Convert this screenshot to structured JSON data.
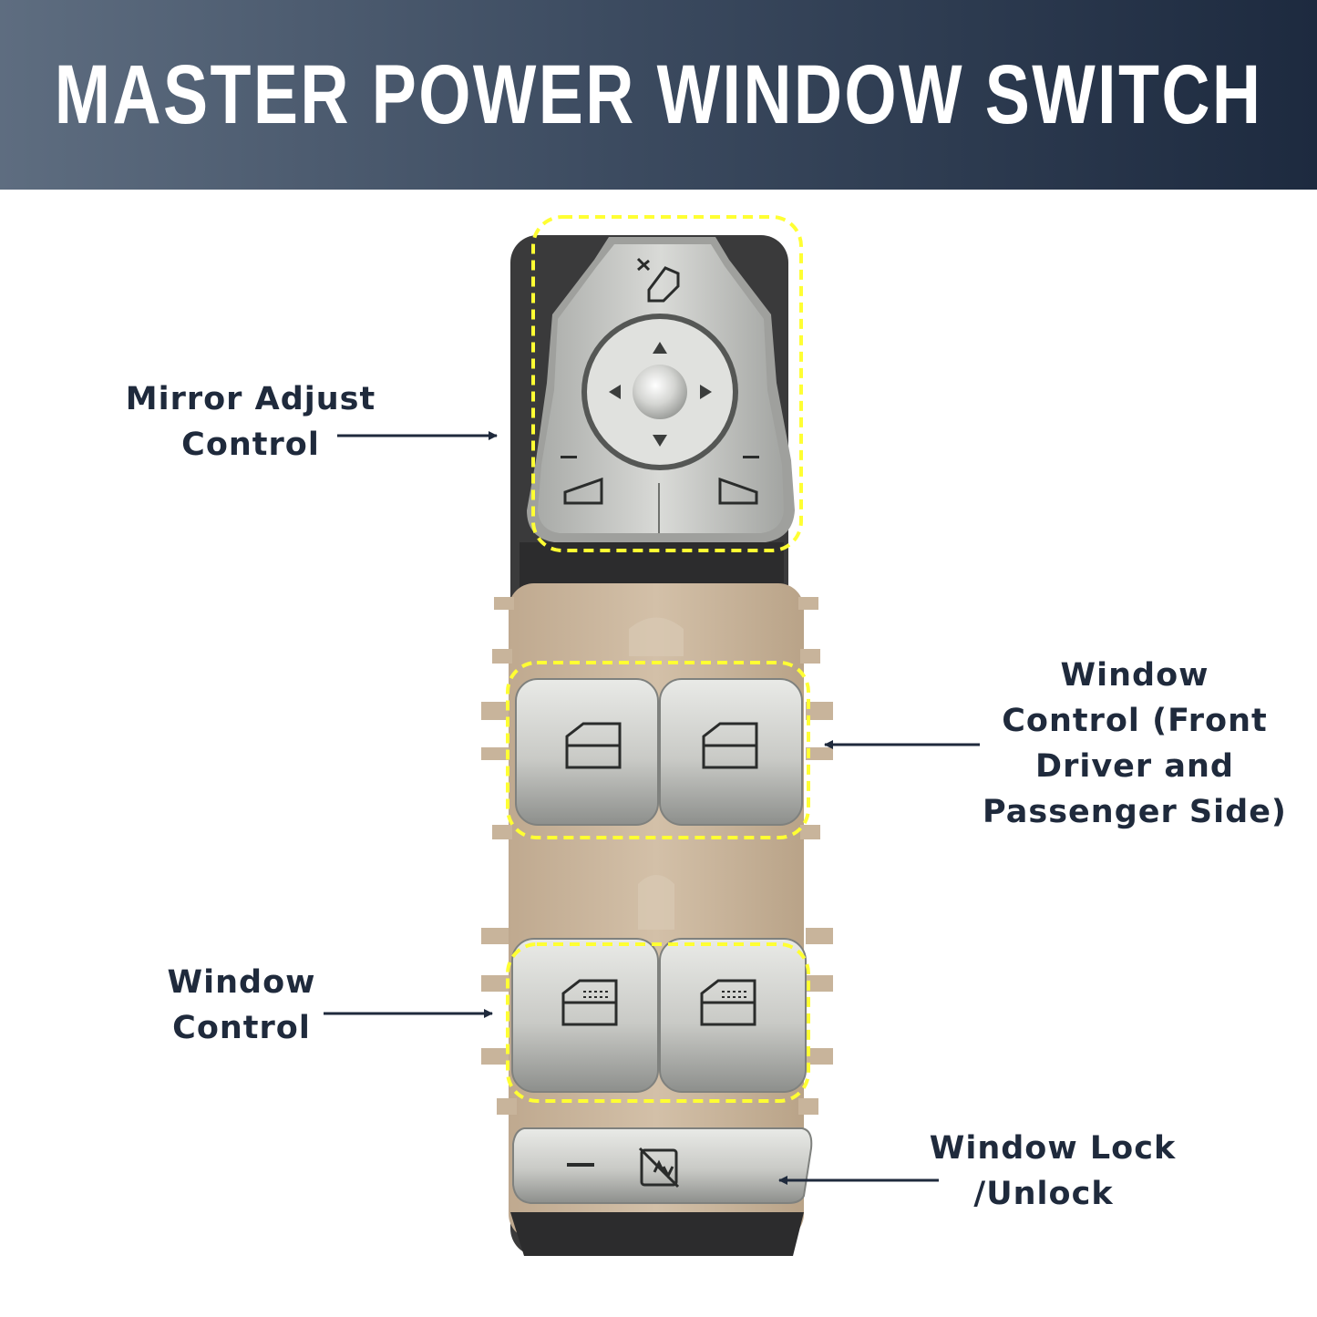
{
  "title": "MASTER POWER WINDOW SWITCH",
  "colors": {
    "banner_start": "#5e6d80",
    "banner_end": "#1d2a3f",
    "label_text": "#1f2a3c",
    "highlight": "#ffff33",
    "switch_housing": "#cdb89f",
    "button_silver": "#c8c9c6"
  },
  "callouts": {
    "mirror": [
      "Mirror Adjust",
      "Control"
    ],
    "front_window": [
      "Window",
      "Control (Front",
      "Driver and",
      "Passenger Side)"
    ],
    "rear_window": [
      "Window",
      "Control"
    ],
    "lock": [
      "Window Lock",
      "/Unlock"
    ]
  },
  "icons": [
    "mirror-adjust-icon",
    "left-mirror-icon",
    "right-mirror-icon",
    "front-window-icon",
    "rear-window-icon",
    "window-lock-icon"
  ]
}
